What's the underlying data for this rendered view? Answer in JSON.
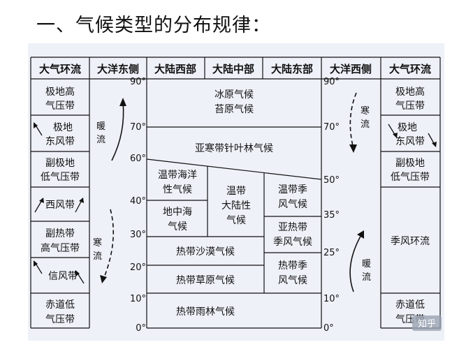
{
  "title": "一、气候类型的分布规律：",
  "headers": [
    "大气环流",
    "大洋东侧",
    "大陆西部",
    "大陆中部",
    "大陆东部",
    "大洋西侧",
    "大气环流"
  ],
  "left_belts": [
    [
      "极地高",
      "气压带"
    ],
    [
      "极地",
      "东风带"
    ],
    [
      "副极地",
      "低气压带"
    ],
    [
      "西风带"
    ],
    [
      "副热带",
      "高气压带"
    ],
    [
      "信风带"
    ],
    [
      "赤道低",
      "气压带"
    ]
  ],
  "right_belts": [
    [
      "极地高",
      "气压带"
    ],
    [
      "极地",
      "东风带"
    ],
    [
      "副极地",
      "低气压带"
    ],
    [
      "季风环流"
    ],
    [
      "赤道低",
      "气压带"
    ]
  ],
  "left_lats": [
    "90°",
    "70°",
    "60°",
    "40°",
    "30°",
    "20°",
    "10°",
    "0°"
  ],
  "right_lats": [
    "90°",
    "70°",
    "50°",
    "35°",
    "25°",
    "10°",
    "0°"
  ],
  "currents": {
    "left_warm": [
      "暖",
      "流"
    ],
    "left_cold": [
      "寒",
      "流"
    ],
    "right_cold": [
      "寒",
      "流"
    ],
    "right_warm": [
      "暖",
      "流"
    ]
  },
  "climates": {
    "polar": [
      "冰原气候",
      "苔原气候"
    ],
    "subarctic": "亚寒带针叶林气候",
    "maritime": [
      "温带海洋",
      "性气候"
    ],
    "mediterranean": [
      "地中海",
      "气候"
    ],
    "continental": [
      "温带",
      "大陆性",
      "气候"
    ],
    "temperate_monsoon": [
      "温带季",
      "风气候"
    ],
    "subtropical_monsoon": [
      "亚热带",
      "季风气候"
    ],
    "desert": "热带沙漠气候",
    "savanna": "热带草原气候",
    "tropical_monsoon": [
      "热带季",
      "风气候"
    ],
    "rainforest": "热带雨林气候"
  },
  "watermark": "知乎"
}
